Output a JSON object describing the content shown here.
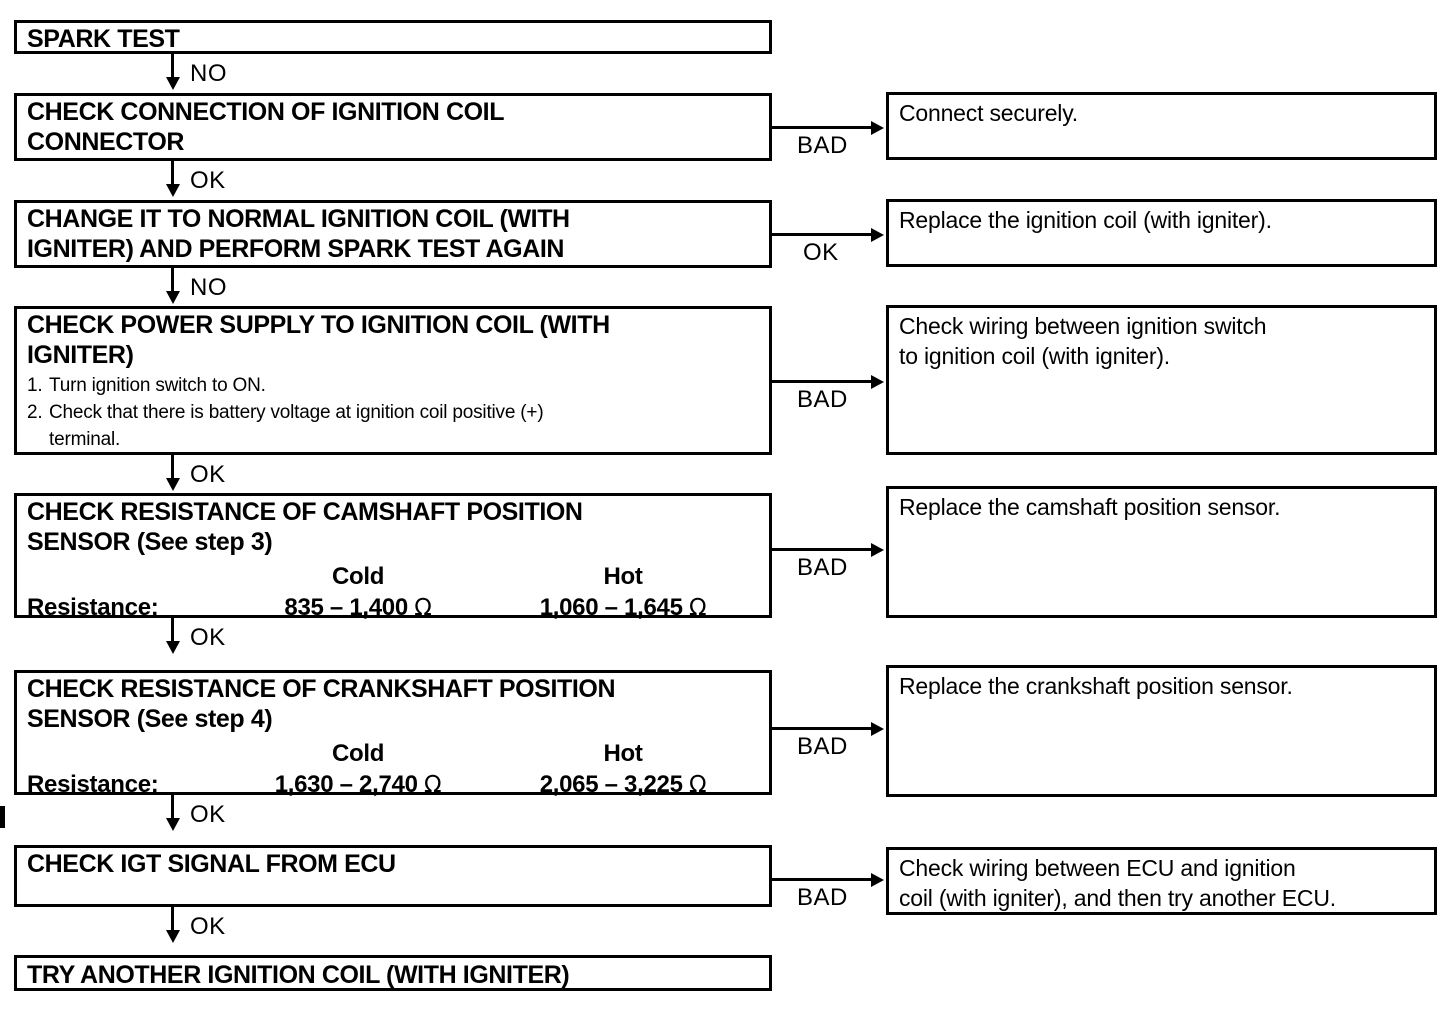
{
  "diagram": {
    "title": "Ignition System Troubleshooting Flowchart",
    "ink_color": "#000000",
    "paper_color": "#ffffff"
  },
  "steps": [
    {
      "id": "spark-test",
      "heading": "SPARK TEST",
      "out_label": "NO"
    },
    {
      "id": "check-connection",
      "heading": "CHECK CONNECTION OF IGNITION COIL\nCONNECTOR",
      "branch_label": "BAD",
      "branch_result": "Connect securely.",
      "out_label": "OK"
    },
    {
      "id": "change-coil",
      "heading": "CHANGE IT TO NORMAL IGNITION COIL (WITH\nIGNITER) AND PERFORM SPARK TEST AGAIN",
      "branch_label": "OK",
      "branch_result": "Replace the ignition coil (with igniter).",
      "out_label": "NO"
    },
    {
      "id": "check-power-supply",
      "heading": "CHECK POWER SUPPLY TO IGNITION COIL (WITH\nIGNITER)",
      "substeps": [
        {
          "num": "1.",
          "text": "Turn ignition switch to ON."
        },
        {
          "num": "2.",
          "text": "Check that there is battery voltage at ignition coil positive (+)\n   terminal."
        }
      ],
      "branch_label": "BAD",
      "branch_result": "Check wiring between ignition switch\nto ignition coil (with igniter).",
      "out_label": "OK"
    },
    {
      "id": "check-camshaft-sensor",
      "heading": "CHECK RESISTANCE OF CAMSHAFT POSITION\nSENSOR (See step 3)",
      "table": {
        "row_label": "Resistance:",
        "col1_header": "Cold",
        "col2_header": "Hot",
        "col1_value": "835 – 1,400",
        "col2_value": "1,060 – 1,645",
        "unit": "Ω"
      },
      "branch_label": "BAD",
      "branch_result": "Replace the camshaft position sensor.",
      "out_label": "OK"
    },
    {
      "id": "check-crankshaft-sensor",
      "heading": "CHECK RESISTANCE OF CRANKSHAFT POSITION\nSENSOR (See step 4)",
      "table": {
        "row_label": "Resistance:",
        "col1_header": "Cold",
        "col2_header": "Hot",
        "col1_value": "1,630 – 2,740",
        "col2_value": "2,065 – 3,225",
        "unit": "Ω"
      },
      "branch_label": "BAD",
      "branch_result": "Replace the crankshaft position sensor.",
      "out_label": "OK"
    },
    {
      "id": "check-igt-signal",
      "heading": "CHECK IGT SIGNAL FROM ECU",
      "branch_label": "BAD",
      "branch_result": "Check wiring between ECU and ignition\ncoil (with igniter), and then try another ECU.",
      "out_label": "OK"
    },
    {
      "id": "try-another-coil",
      "heading": "TRY ANOTHER IGNITION COIL (WITH IGNITER)"
    }
  ]
}
